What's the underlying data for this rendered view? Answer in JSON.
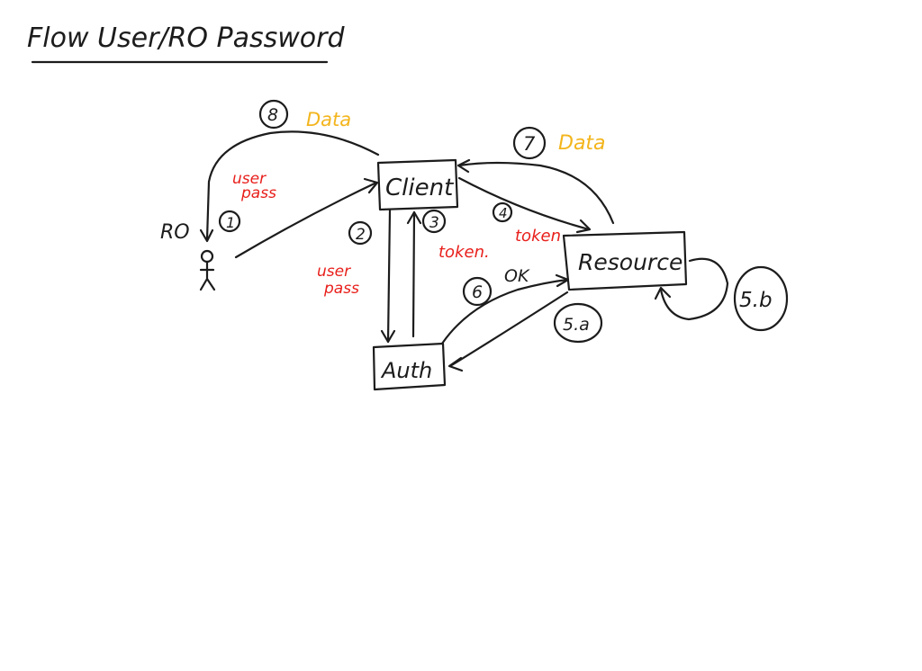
{
  "title": "Flow User/RO Password",
  "colors": {
    "ink": "#1c1c1c",
    "red": "#e8201c",
    "yellow": "#f3b51d"
  },
  "nodes": {
    "client": "Client",
    "auth": "Auth",
    "resource": "Resource",
    "actor": "RO"
  },
  "steps": {
    "s1": "1",
    "s2": "2",
    "s3": "3",
    "s4": "4",
    "s5a": "5.a",
    "s5b": "5.b",
    "s6": "6",
    "s7": "7",
    "s8": "8"
  },
  "labels": {
    "user_pass_1_line1": "user",
    "user_pass_1_line2": "pass",
    "user_pass_2_line1": "user",
    "user_pass_2_line2": "pass",
    "token_3": "token.",
    "token_4": "token",
    "ok_6": "OK",
    "data_7": "Data",
    "data_8": "Data"
  }
}
